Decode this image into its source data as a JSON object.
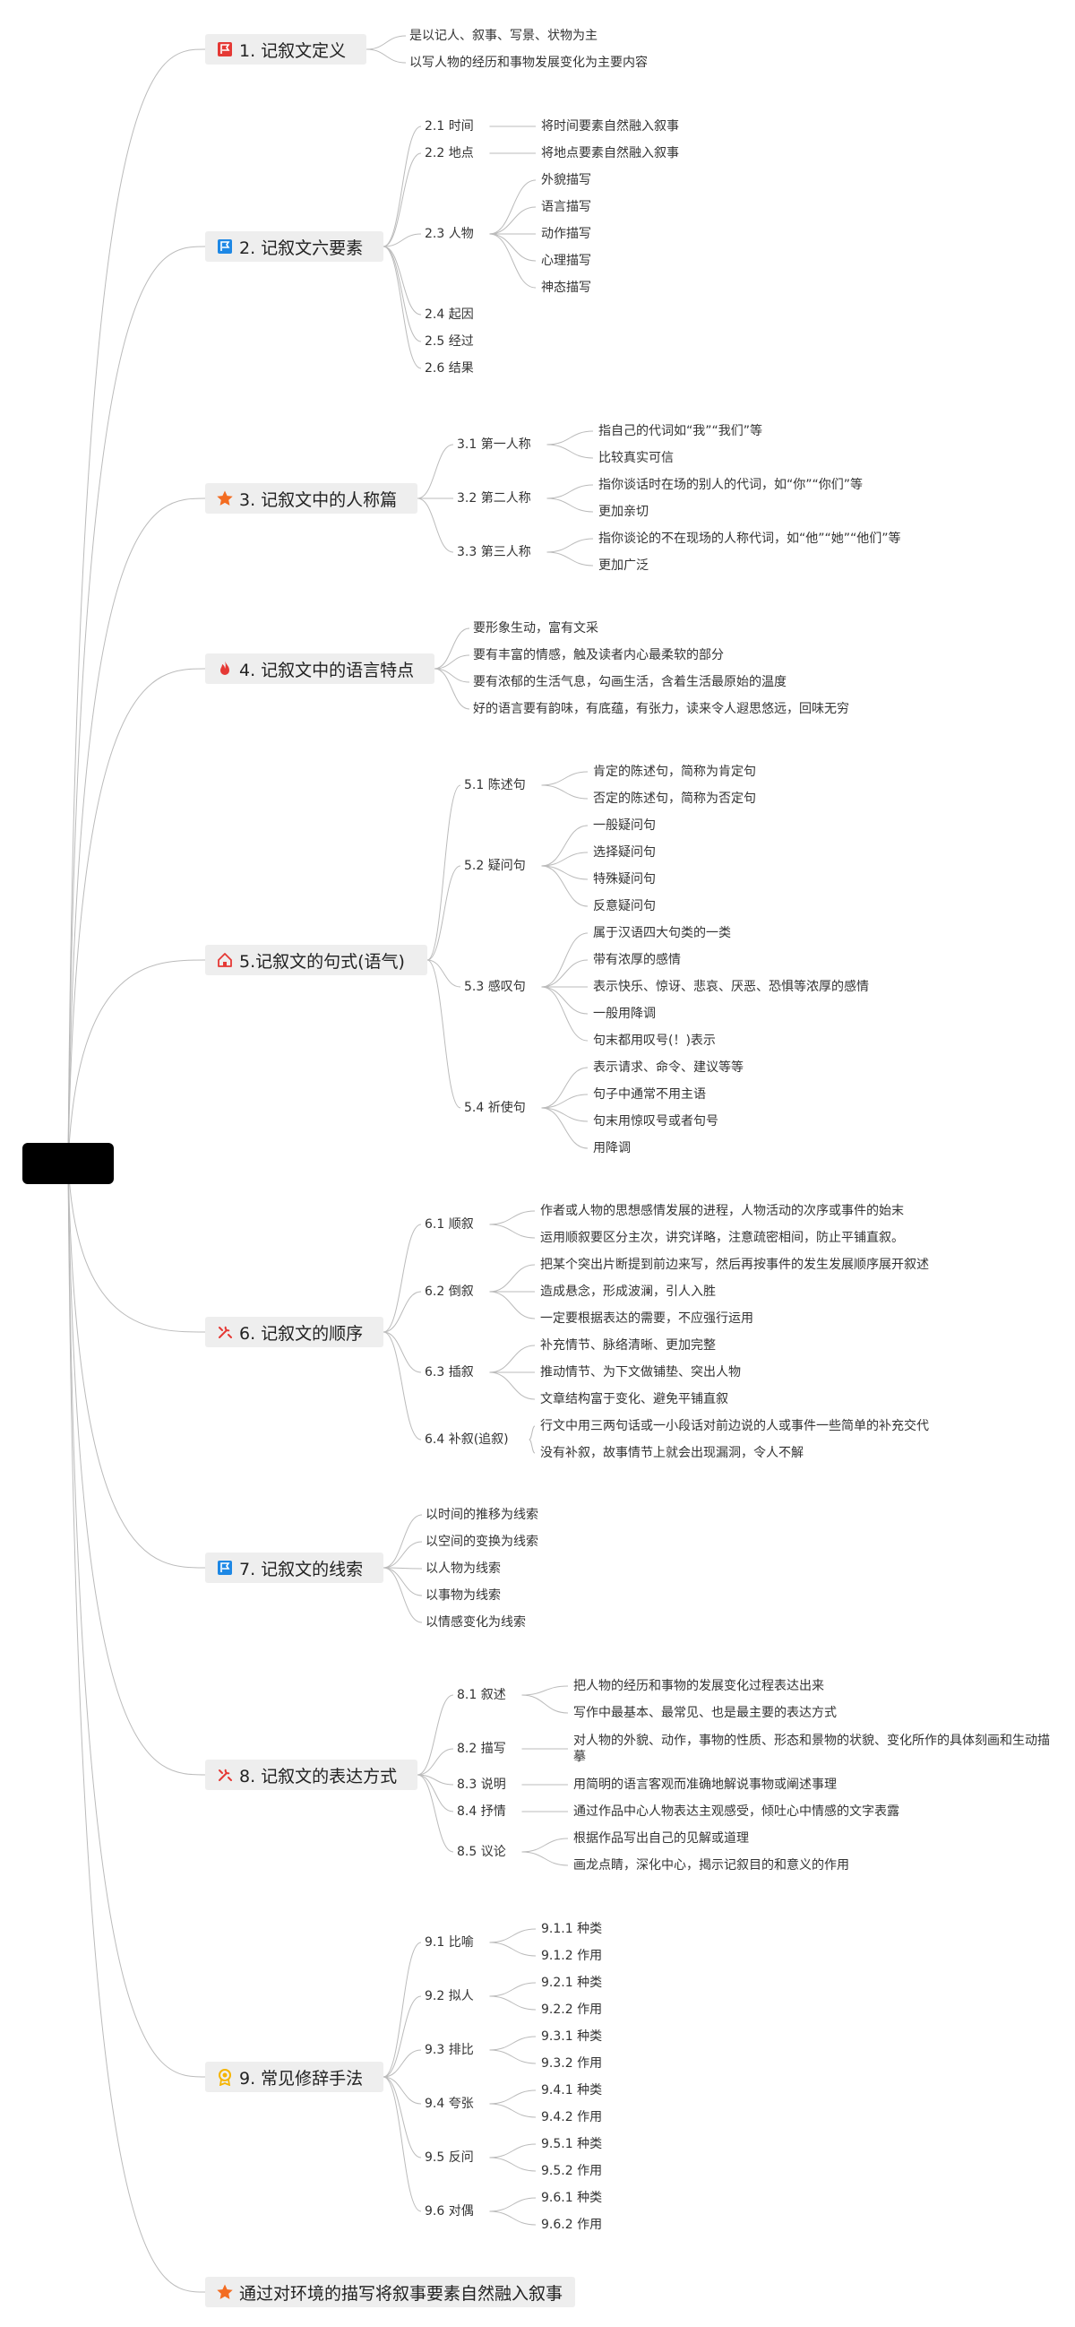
{
  "root": {
    "label": ""
  },
  "colors": {
    "line": "#bbbbbb",
    "topic_bg": "#eeeeee",
    "flag_red": "#e53935",
    "flag_blue": "#1e88e5",
    "star": "#f36c21",
    "flame": "#e53935",
    "house": "#e53935",
    "tools": "#e53935",
    "badge": "#f5b400"
  },
  "topics": [
    {
      "id": "t1",
      "label": "1. 记叙文定义",
      "icon": "flag-red",
      "children": [
        {
          "label": "是以记人、叙事、写景、状物为主"
        },
        {
          "label": "以写人物的经历和事物发展变化为主要内容"
        }
      ]
    },
    {
      "id": "t2",
      "label": "2. 记叙文六要素",
      "icon": "flag-blue",
      "children": [
        {
          "label": "2.1 时间",
          "children": [
            {
              "label": "将时间要素自然融入叙事"
            }
          ]
        },
        {
          "label": "2.2 地点",
          "children": [
            {
              "label": "将地点要素自然融入叙事"
            }
          ]
        },
        {
          "label": "2.3 人物",
          "children": [
            {
              "label": "外貌描写"
            },
            {
              "label": "语言描写"
            },
            {
              "label": "动作描写"
            },
            {
              "label": "心理描写"
            },
            {
              "label": "神态描写"
            }
          ]
        },
        {
          "label": "2.4 起因"
        },
        {
          "label": "2.5 经过"
        },
        {
          "label": "2.6 结果"
        }
      ]
    },
    {
      "id": "t3",
      "label": "3. 记叙文中的人称篇",
      "icon": "star",
      "children": [
        {
          "label": "3.1 第一人称",
          "children": [
            {
              "label": "指自己的代词如“我”“我们”等"
            },
            {
              "label": "比较真实可信"
            }
          ]
        },
        {
          "label": "3.2 第二人称",
          "children": [
            {
              "label": "指你谈话时在场的别人的代词，如“你”“你们”等"
            },
            {
              "label": "更加亲切"
            }
          ]
        },
        {
          "label": "3.3 第三人称",
          "children": [
            {
              "label": "指你谈论的不在现场的人称代词，如“他”“她”“他们”等"
            },
            {
              "label": "更加广泛"
            }
          ]
        }
      ]
    },
    {
      "id": "t4",
      "label": "4. 记叙文中的语言特点",
      "icon": "flame",
      "children": [
        {
          "label": "要形象生动，富有文采"
        },
        {
          "label": "要有丰富的情感，触及读者内心最柔软的部分"
        },
        {
          "label": "要有浓郁的生活气息，勾画生活，含着生活最原始的温度"
        },
        {
          "label": "好的语言要有韵味，有底蕴，有张力，读来令人遐思悠远，回味无穷"
        }
      ]
    },
    {
      "id": "t5",
      "label": "5.记叙文的句式(语气)",
      "icon": "house",
      "children": [
        {
          "label": "5.1 陈述句",
          "children": [
            {
              "label": "肯定的陈述句，简称为肯定句"
            },
            {
              "label": "否定的陈述句，简称为否定句"
            }
          ]
        },
        {
          "label": "5.2 疑问句",
          "children": [
            {
              "label": "一般疑问句"
            },
            {
              "label": "选择疑问句"
            },
            {
              "label": "特殊疑问句"
            },
            {
              "label": "反意疑问句"
            }
          ]
        },
        {
          "label": "5.3 感叹句",
          "children": [
            {
              "label": "属于汉语四大句类的一类"
            },
            {
              "label": "带有浓厚的感情"
            },
            {
              "label": "表示快乐、惊讶、悲哀、厌恶、恐惧等浓厚的感情"
            },
            {
              "label": "一般用降调"
            },
            {
              "label": "句末都用叹号(！)表示"
            }
          ]
        },
        {
          "label": "5.4 祈使句",
          "children": [
            {
              "label": "表示请求、命令、建议等等"
            },
            {
              "label": "句子中通常不用主语"
            },
            {
              "label": "句末用惊叹号或者句号"
            },
            {
              "label": "用降调"
            }
          ]
        }
      ]
    },
    {
      "id": "t6",
      "label": "6. 记叙文的顺序",
      "icon": "tools",
      "children": [
        {
          "label": "6.1 顺叙",
          "children": [
            {
              "label": "作者或人物的思想感情发展的进程，人物活动的次序或事件的始末"
            },
            {
              "label": "运用顺叙要区分主次，讲究详略，注意疏密相间，防止平铺直叙。"
            }
          ]
        },
        {
          "label": "6.2 倒叙",
          "children": [
            {
              "label": "把某个突出片断提到前边来写，然后再按事件的发生发展顺序展开叙述"
            },
            {
              "label": "造成悬念，形成波澜，引人入胜"
            },
            {
              "label": "一定要根据表达的需要，不应强行运用"
            }
          ]
        },
        {
          "label": "6.3 插叙",
          "children": [
            {
              "label": "补充情节、脉络清晰、更加完整"
            },
            {
              "label": "推动情节、为下文做铺垫、突出人物"
            },
            {
              "label": "文章结构富于变化、避免平铺直叙"
            }
          ]
        },
        {
          "label": "6.4 补叙(追叙)",
          "children": [
            {
              "label": "行文中用三两句话或一小段话对前边说的人或事件一些简单的补充交代"
            },
            {
              "label": "没有补叙，故事情节上就会出现漏洞，令人不解"
            }
          ]
        }
      ]
    },
    {
      "id": "t7",
      "label": "7. 记叙文的线索",
      "icon": "flag-blue",
      "children": [
        {
          "label": "以时间的推移为线索"
        },
        {
          "label": "以空间的变换为线索"
        },
        {
          "label": "以人物为线索"
        },
        {
          "label": "以事物为线索"
        },
        {
          "label": "以情感变化为线索"
        }
      ]
    },
    {
      "id": "t8",
      "label": "8. 记叙文的表达方式",
      "icon": "tools",
      "children": [
        {
          "label": "8.1 叙述",
          "children": [
            {
              "label": "把人物的经历和事物的发展变化过程表达出来"
            },
            {
              "label": "写作中最基本、最常见、也是最主要的表达方式"
            }
          ]
        },
        {
          "label": "8.2 描写",
          "children": [
            {
              "label": "对人物的外貌、动作，事物的性质、形态和景物的状貌、变化所作的具体刻画和生动描摹",
              "wrap": true
            }
          ]
        },
        {
          "label": "8.3 说明",
          "children": [
            {
              "label": "用简明的语言客观而准确地解说事物或阐述事理"
            }
          ]
        },
        {
          "label": "8.4 抒情",
          "children": [
            {
              "label": "通过作品中心人物表达主观感受，倾吐心中情感的文字表露"
            }
          ]
        },
        {
          "label": "8.5 议论",
          "children": [
            {
              "label": "根据作品写出自己的见解或道理"
            },
            {
              "label": "画龙点睛，深化中心，揭示记叙目的和意义的作用"
            }
          ]
        }
      ]
    },
    {
      "id": "t9",
      "label": "9. 常见修辞手法",
      "icon": "badge",
      "children": [
        {
          "label": "9.1 比喻",
          "children": [
            {
              "label": "9.1.1 种类"
            },
            {
              "label": "9.1.2 作用"
            }
          ]
        },
        {
          "label": "9.2 拟人",
          "children": [
            {
              "label": "9.2.1 种类"
            },
            {
              "label": "9.2.2 作用"
            }
          ]
        },
        {
          "label": "9.3 排比",
          "children": [
            {
              "label": "9.3.1 种类"
            },
            {
              "label": "9.3.2 作用"
            }
          ]
        },
        {
          "label": "9.4 夸张",
          "children": [
            {
              "label": "9.4.1 种类"
            },
            {
              "label": "9.4.2 作用"
            }
          ]
        },
        {
          "label": "9.5 反问",
          "children": [
            {
              "label": "9.5.1 种类"
            },
            {
              "label": "9.5.2 作用"
            }
          ]
        },
        {
          "label": "9.6 对偶",
          "children": [
            {
              "label": "9.6.1 种类"
            },
            {
              "label": "9.6.2 作用"
            }
          ]
        }
      ]
    },
    {
      "id": "t10",
      "label": "通过对环境的描写将叙事要素自然融入叙事",
      "icon": "star",
      "children": []
    }
  ]
}
